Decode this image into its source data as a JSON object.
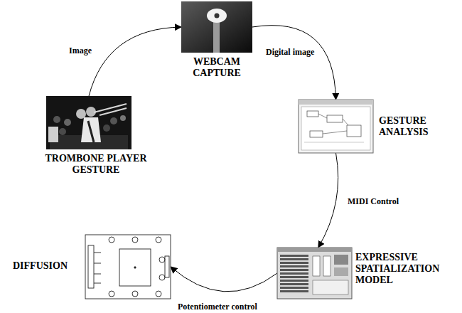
{
  "diagram": {
    "nodes": [
      {
        "text": [
          "TROMBONE PLAYER GESTURE"
        ]
      },
      {
        "text": [
          "WEBCAM CAPTURE"
        ]
      },
      {
        "text": [
          "GESTURE ANALYSIS"
        ]
      },
      {
        "text": [
          "EXPRESSIVE SPATIALIZATION MODEL"
        ]
      },
      {
        "text": [
          "DIFFUSION"
        ]
      }
    ],
    "edges": [
      {
        "from": 0,
        "to": 1,
        "arrow": "to",
        "label": "Image"
      },
      {
        "from": 1,
        "to": 2,
        "arrow": "to",
        "label": "Digital image"
      },
      {
        "from": 2,
        "to": 3,
        "arrow": "to",
        "label": "MIDI Control"
      },
      {
        "from": 3,
        "to": 4,
        "arrow": "to",
        "label": "Potentiometer control"
      }
    ]
  }
}
